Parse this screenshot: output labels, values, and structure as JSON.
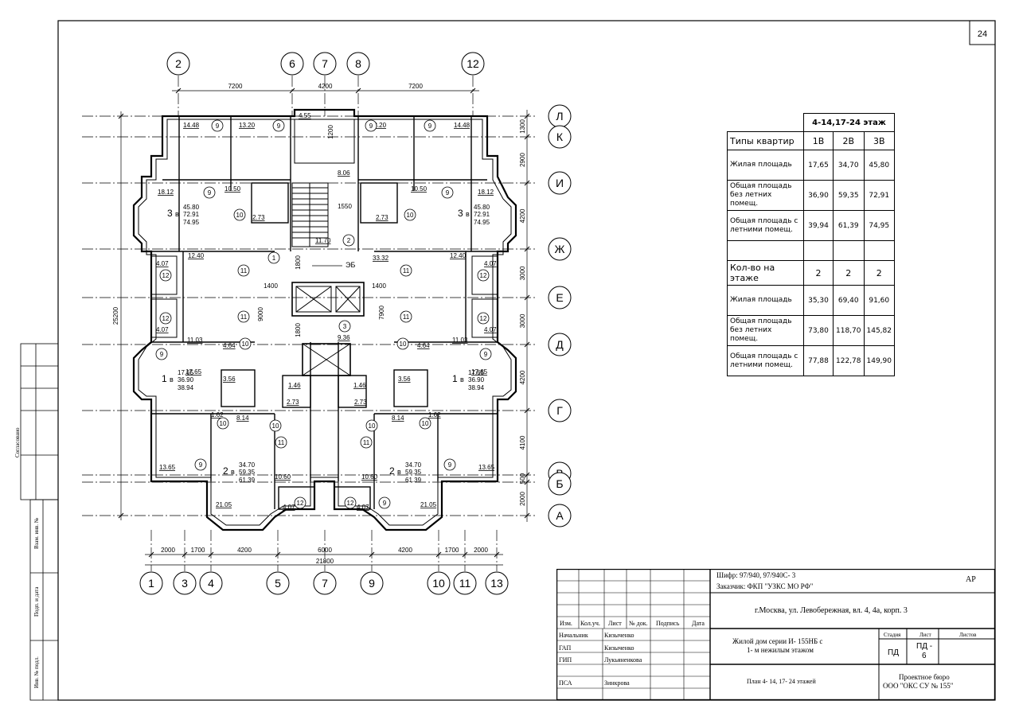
{
  "sheet": {
    "number": "24"
  },
  "axes": {
    "top": [
      {
        "label": "2"
      },
      {
        "label": "6"
      },
      {
        "label": "7"
      },
      {
        "label": "8"
      },
      {
        "label": "12"
      }
    ],
    "bottom": [
      {
        "label": "1"
      },
      {
        "label": "3"
      },
      {
        "label": "4"
      },
      {
        "label": "5"
      },
      {
        "label": "7"
      },
      {
        "label": "9"
      },
      {
        "label": "10"
      },
      {
        "label": "11"
      },
      {
        "label": "13"
      }
    ],
    "right": [
      {
        "label": "Л"
      },
      {
        "label": "К"
      },
      {
        "label": "И"
      },
      {
        "label": "Ж"
      },
      {
        "label": "Е"
      },
      {
        "label": "Д"
      },
      {
        "label": "Г"
      },
      {
        "label": "В"
      },
      {
        "label": "Б"
      },
      {
        "label": "А"
      }
    ]
  },
  "dims": {
    "top": [
      "7200",
      "4200",
      "7200"
    ],
    "bottom": [
      "2000",
      "1700",
      "4200",
      "6000",
      "4200",
      "1700",
      "2000"
    ],
    "bottom_total": "21800",
    "left_total": "25200",
    "right": [
      "1300",
      "2900",
      "4200",
      "3000",
      "3000",
      "4200",
      "4100",
      "500",
      "2000"
    ],
    "inner": [
      "1400",
      "1400",
      "1800",
      "1800",
      "9000",
      "7900",
      "1550",
      "1200"
    ]
  },
  "plan_labels": {
    "elevator": "ЭБ",
    "apt3_left": {
      "type": "3",
      "suffix": "в",
      "a": "45.80",
      "b": "72.91",
      "c": "74.95"
    },
    "apt3_right": {
      "type": "3",
      "suffix": "в",
      "a": "45.80",
      "b": "72.91",
      "c": "74.95"
    },
    "apt1_left": {
      "type": "1",
      "suffix": "в",
      "a": "17.65",
      "b": "36.90",
      "c": "38.94"
    },
    "apt1_right": {
      "type": "1",
      "suffix": "в",
      "a": "17.65",
      "b": "36.90",
      "c": "38.94"
    },
    "apt2_left": {
      "type": "2",
      "suffix": "в",
      "a": "34.70",
      "b": "59.35",
      "c": "61.39"
    },
    "apt2_right": {
      "type": "2",
      "suffix": "в",
      "a": "34.70",
      "b": "59.35",
      "c": "61.39"
    },
    "areas": [
      "14.48",
      "13.20",
      "4.55",
      "13.20",
      "14.48",
      "18.12",
      "10.50",
      "10.50",
      "18.12",
      "8.06",
      "11.70",
      "33.32",
      "12.40",
      "12.40",
      "4.07",
      "4.07",
      "4.07",
      "4.07",
      "11.03",
      "11.03",
      "4.64",
      "4.64",
      "9.36",
      "17.65",
      "17.65",
      "1.62",
      "8.14",
      "8.14",
      "1.62",
      "13.65",
      "13.65",
      "10.60",
      "10.60",
      "21.05",
      "21.05",
      "4.07",
      "4.07",
      "2.73",
      "2.73",
      "2.73",
      "2.73",
      "1.46",
      "1.46",
      "3.56",
      "3.56"
    ]
  },
  "spec": {
    "floors": "4-14,17-24 этаж",
    "type_label": "Типы квартир",
    "types": [
      "1В",
      "2В",
      "3В"
    ],
    "rows1": [
      {
        "label": "Жилая площадь",
        "v": [
          "17,65",
          "34,70",
          "45,80"
        ]
      },
      {
        "label": "Общая площадь без летних помещ.",
        "v": [
          "36,90",
          "59,35",
          "72,91"
        ]
      },
      {
        "label": "Общая площадь с летними помещ.",
        "v": [
          "39,94",
          "61,39",
          "74,95"
        ]
      }
    ],
    "count_label": "Кол-во на этаже",
    "counts": [
      "2",
      "2",
      "2"
    ],
    "rows2": [
      {
        "label": "Жилая площадь",
        "v": [
          "35,30",
          "69,40",
          "91,60"
        ]
      },
      {
        "label": "Общая площадь без летних помещ.",
        "v": [
          "73,80",
          "118,70",
          "145,82"
        ]
      },
      {
        "label": "Общая площадь с летними помещ.",
        "v": [
          "77,88",
          "122,78",
          "149,90"
        ]
      }
    ]
  },
  "stamp": {
    "cipher": "Шифр: 97/940, 97/940С- 3",
    "customer": "Заказчик: ФКП \"УЗКС МО РФ\"",
    "ap": "АР",
    "address": "г.Москва, ул. Левобережная, вл. 4, 4а, корп. 3",
    "project": "Жилой дом серии И- 155НБ с",
    "project2": "1- м нежилым этажом",
    "plan": "План 4- 14, 17- 24 этажей",
    "stage_h": "Стадия",
    "sheet_h": "Лист",
    "sheets_h": "Листов",
    "stage": "ПД",
    "sheetno": "ПД -",
    "sheetno2": "6",
    "bureau": "Проектное бюро",
    "bureau2": "ООО \"ОКС СУ № 155\"",
    "cols": [
      "Изм.",
      "Кол.уч.",
      "Лист",
      "№ док.",
      "Подпись",
      "Дата"
    ],
    "staff": [
      {
        "role": "Начальник",
        "name": "Кизыченко"
      },
      {
        "role": "ГАП",
        "name": "Кизыченко"
      },
      {
        "role": "ГИП",
        "name": "Лукьяненкова"
      },
      {
        "role": "",
        "name": ""
      },
      {
        "role": "ПСА",
        "name": "Зинкрова"
      }
    ]
  },
  "side": {
    "agreed": "Согласовано",
    "inv_sub": "Взам. инв. №",
    "sign_date": "Подп. и дата",
    "inv_orig": "Инв. № подл."
  }
}
